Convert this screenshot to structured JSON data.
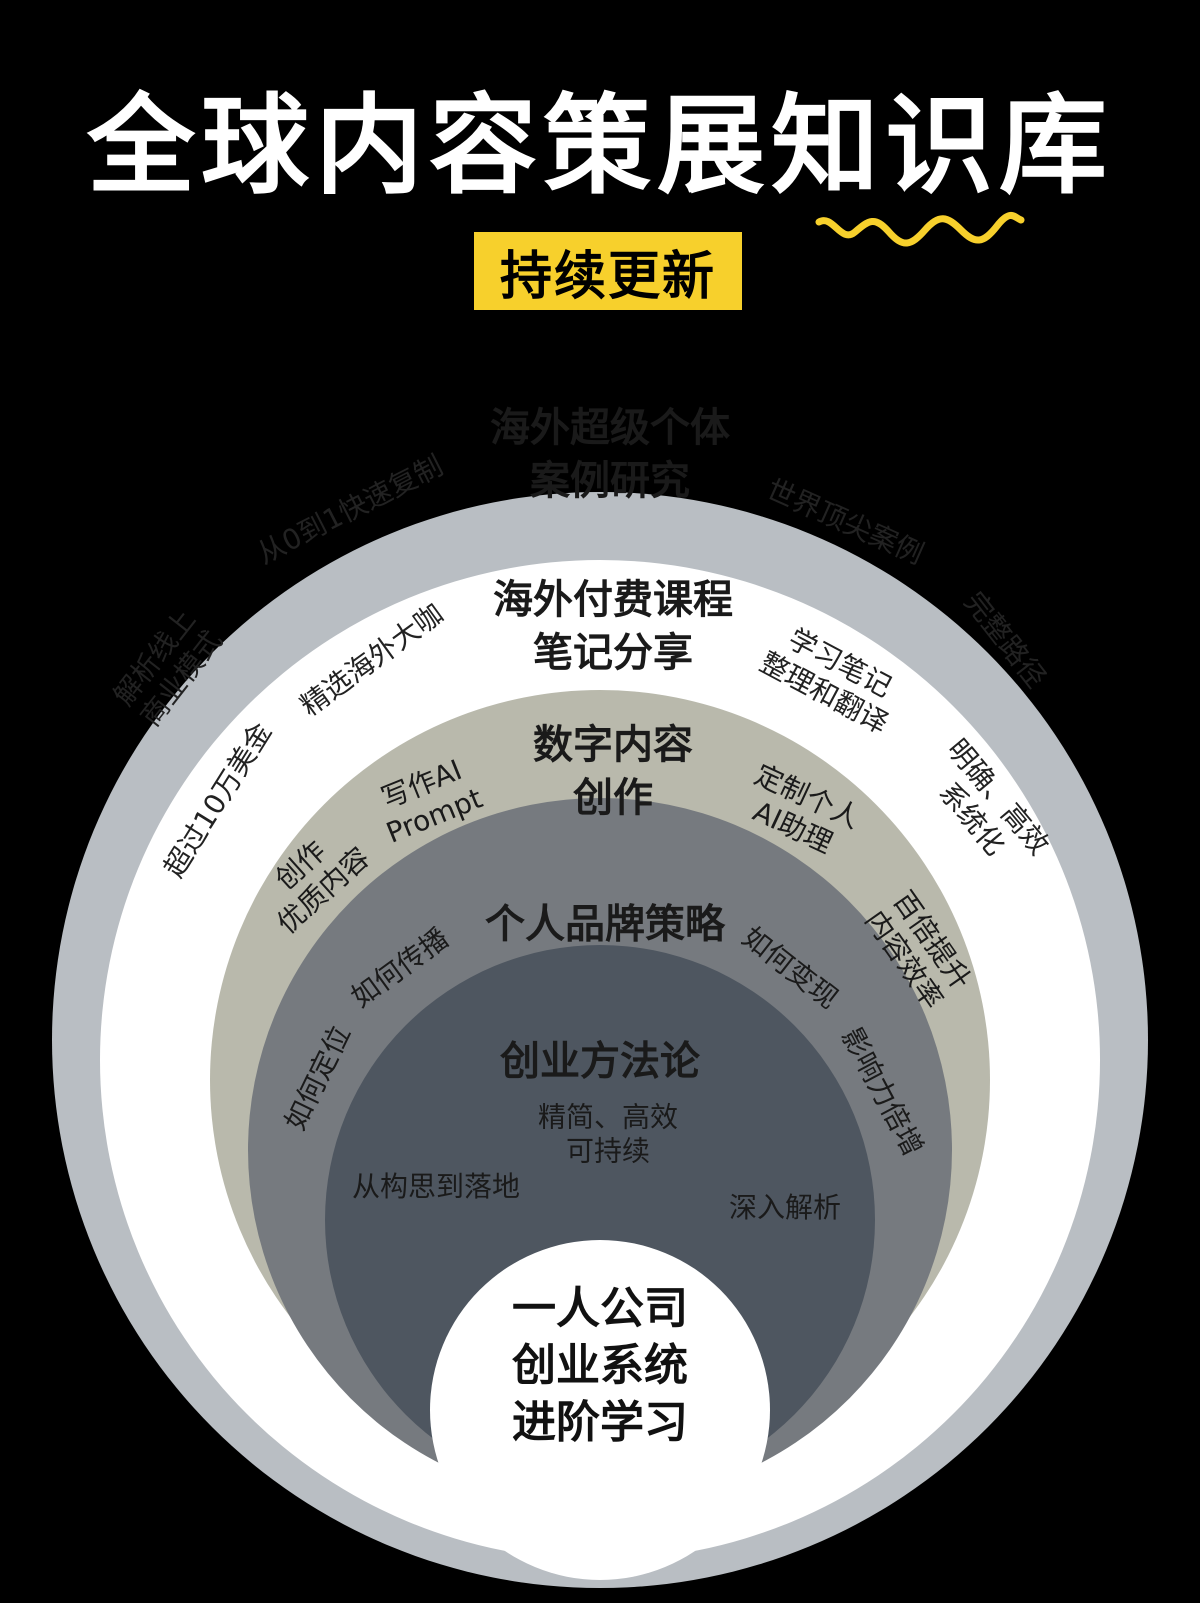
{
  "title": "全球内容策展知识库",
  "badge": "持续更新",
  "colors": {
    "background": "#000000",
    "badge": "#F7D02C",
    "ring1": "#B9BEC3",
    "ring2": "#FFFFFF",
    "ring3": "#B9B9AC",
    "ring4": "#767A7F",
    "ring5": "#4E5660",
    "core": "#FFFFFF"
  },
  "rings": [
    {
      "title": "海外超级个体\n案例研究",
      "tags": [
        "从0到1快速复制",
        "世界顶尖案例",
        "解析线上\n商业模式",
        "完整路径"
      ]
    },
    {
      "title": "海外付费课程\n笔记分享",
      "tags": [
        "精选海外大咖",
        "学习笔记\n整理和翻译",
        "超过10万美金",
        "明确、高效\n系统化"
      ]
    },
    {
      "title": "数字内容\n创作",
      "tags": [
        "写作AI\nPrompt",
        "定制个人\nAI助理",
        "创作\n优质内容",
        "百倍提升\n内容效率"
      ]
    },
    {
      "title": "个人品牌策略",
      "tags": [
        "如何传播",
        "如何变现",
        "如何定位",
        "影响力倍增"
      ]
    },
    {
      "title": "创业方法论",
      "tags": [
        "精简、高效\n可持续",
        "从构思到落地",
        "深入解析"
      ]
    }
  ],
  "core": "一人公司\n创业系统\n进阶学习"
}
